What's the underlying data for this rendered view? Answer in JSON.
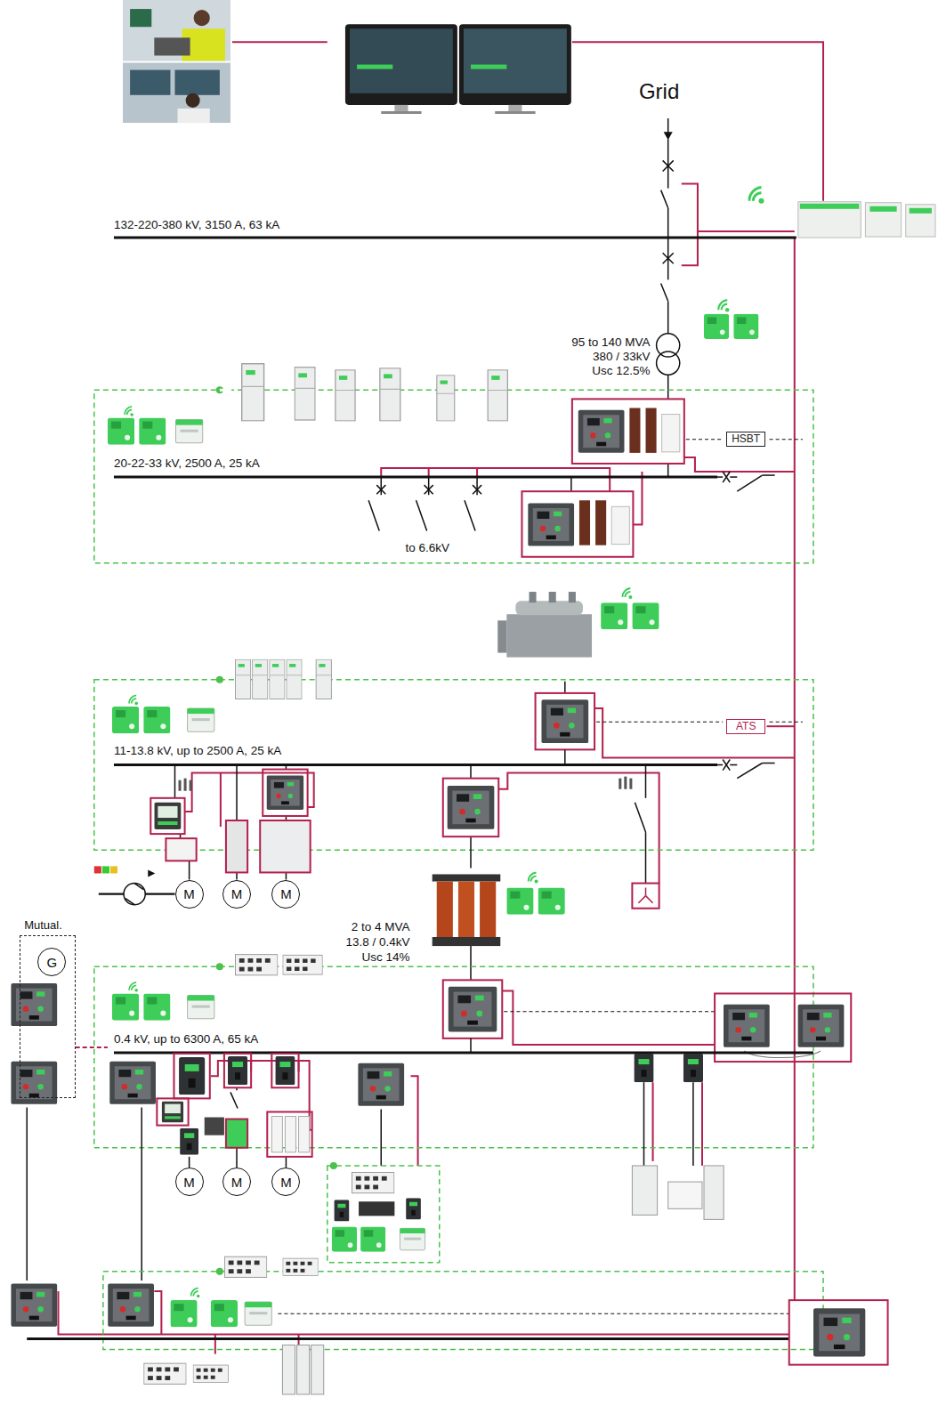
{
  "diagram": {
    "nodes": [
      {
        "text": [
          "HSBT"
        ]
      },
      {
        "text": [
          "ATS"
        ]
      },
      {
        "text": [
          "M"
        ]
      },
      {
        "text": [
          "M"
        ]
      },
      {
        "text": [
          "M"
        ]
      },
      {
        "text": [
          "Mutual."
        ]
      },
      {
        "text": [
          "G"
        ],
        "in": 5
      },
      {
        "text": [
          "M"
        ]
      },
      {
        "text": [
          "M"
        ]
      },
      {
        "text": [
          "M"
        ]
      }
    ],
    "labels": [
      "Grid",
      "132-220-380 kV, 3150 A, 63 kA",
      "95 to 140 MVA",
      "380 / 33kV",
      "Usc 12.5%",
      "20-22-33 kV, 2500 A, 25 kA",
      "to 6.6kV",
      "11-13.8 kV, up to 2500 A, 25 kA",
      "2 to 4 MVA",
      "13.8 / 0.4kV",
      "Usc 14%",
      "0.4 kV, up to 6300 A, 65 kA"
    ]
  }
}
